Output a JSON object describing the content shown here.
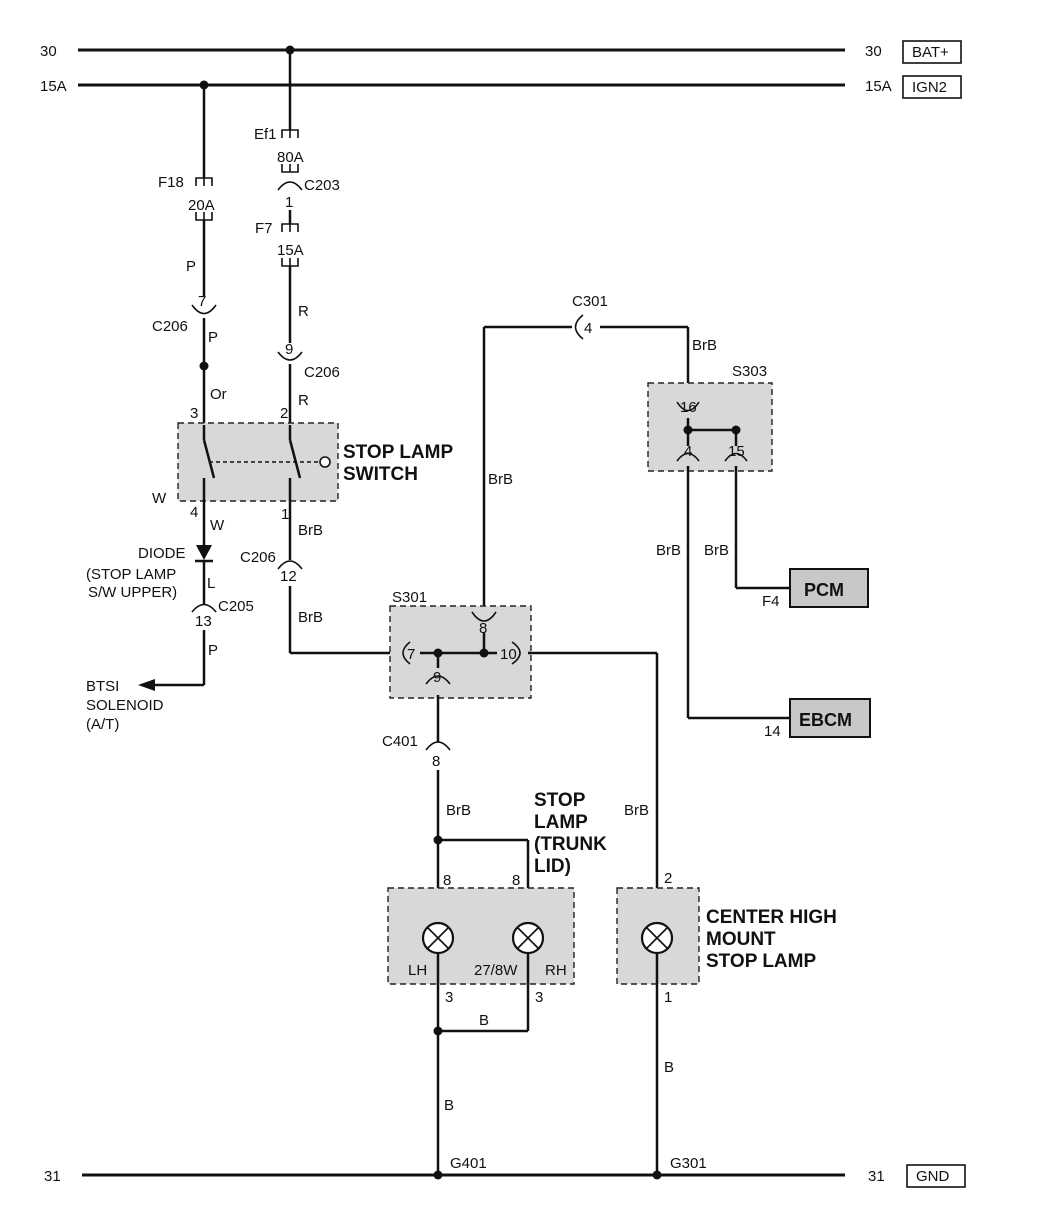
{
  "rails": {
    "bat_left": "30",
    "bat_right": "30",
    "bat_tag": "BAT+",
    "ign_left": "15A",
    "ign_right": "15A",
    "ign_tag": "IGN2",
    "gnd_left": "31",
    "gnd_right": "31",
    "gnd_tag": "GND"
  },
  "fuses": {
    "ef1_name": "Ef1",
    "ef1_rating": "80A",
    "f18_name": "F18",
    "f18_rating": "20A",
    "f7_name": "F7",
    "f7_rating": "15A"
  },
  "connectors": {
    "c203": "C203",
    "c203_pin": "1",
    "c206_a": "C206",
    "c206_a_pin": "7",
    "c206_b": "C206",
    "c206_b_pin": "9",
    "c206_c": "C206",
    "c206_c_pin": "12",
    "c205": "C205",
    "c205_pin": "13",
    "c301": "C301",
    "c301_pin": "4",
    "c401": "C401",
    "c401_pin": "8"
  },
  "wires": {
    "p1": "P",
    "p2": "P",
    "p3": "P",
    "or": "Or",
    "r1": "R",
    "r2": "R",
    "w1": "W",
    "w2": "W",
    "l": "L",
    "brb_switch": "BrB",
    "brb_c206": "BrB",
    "brb_vert": "BrB",
    "brb_c301": "BrB",
    "brb_ebcm": "BrB",
    "brb_pcm": "BrB",
    "brb_lamp": "BrB",
    "brb_chmsl": "BrB",
    "b_lamp": "B",
    "b_ground": "B",
    "b_chmsl": "B"
  },
  "switch": {
    "title_1": "STOP LAMP",
    "title_2": "SWITCH",
    "pin3": "3",
    "pin2": "2",
    "pin4": "4",
    "pin1": "1"
  },
  "diode": {
    "name": "DIODE",
    "desc_1": "(STOP LAMP",
    "desc_2": "S/W UPPER)"
  },
  "btsi": {
    "line_1": "BTSI",
    "line_2": "SOLENOID",
    "line_3": "(A/T)"
  },
  "s301": {
    "name": "S301",
    "pin8": "8",
    "pin7": "7",
    "pin10": "10",
    "pin9": "9"
  },
  "s303": {
    "name": "S303",
    "pin16": "16",
    "pin4": "4",
    "pin15": "15"
  },
  "modules": {
    "pcm": "PCM",
    "pcm_pin": "F4",
    "ebcm": "EBCM",
    "ebcm_pin": "14"
  },
  "stop_lamp": {
    "title_1": "STOP",
    "title_2": "LAMP",
    "title_3": "(TRUNK",
    "title_4": "LID)",
    "lh": "LH",
    "rh": "RH",
    "rating": "27/8W",
    "pin8_lh": "8",
    "pin8_rh": "8",
    "pin3_lh": "3",
    "pin3_rh": "3"
  },
  "chmsl": {
    "title_1": "CENTER HIGH",
    "title_2": "MOUNT",
    "title_3": "STOP LAMP",
    "pin2": "2",
    "pin1": "1"
  },
  "grounds": {
    "g401": "G401",
    "g301": "G301"
  }
}
